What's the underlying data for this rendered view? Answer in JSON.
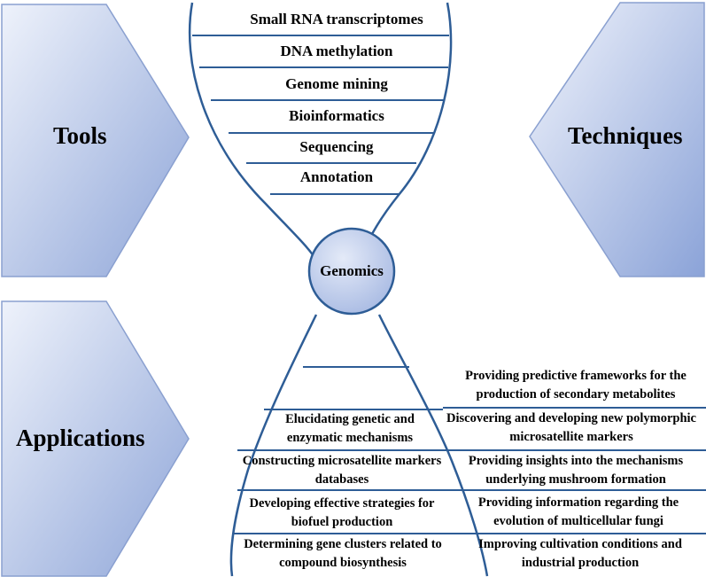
{
  "side_labels": {
    "tools": "Tools",
    "techniques": "Techniques",
    "applications": "Applications"
  },
  "center": {
    "label": "Genomics"
  },
  "top_items": [
    "Small RNA transcriptomes",
    "DNA methylation",
    "Genome mining",
    "Bioinformatics",
    "Sequencing",
    "Annotation"
  ],
  "left_applications": [
    "Elucidating genetic and enzymatic mechanisms",
    "Constructing microsatellite markers databases",
    "Developing effective strategies for biofuel production",
    "Determining gene clusters related to compound biosynthesis"
  ],
  "right_applications": [
    "Providing predictive frameworks for the production of secondary metabolites",
    "Discovering and developing new polymorphic microsatellite markers",
    "Providing insights into the mechanisms underlying mushroom formation",
    "Providing information regarding the evolution of multicellular fungi",
    "Improving cultivation conditions and industrial production"
  ],
  "colors": {
    "shape_light": "#e6ecf8",
    "shape_dark": "#8fa6d6",
    "shape_stroke": "#7f96c9",
    "helix": "#2e5d96",
    "circle_fill": "#b6c6ea"
  }
}
